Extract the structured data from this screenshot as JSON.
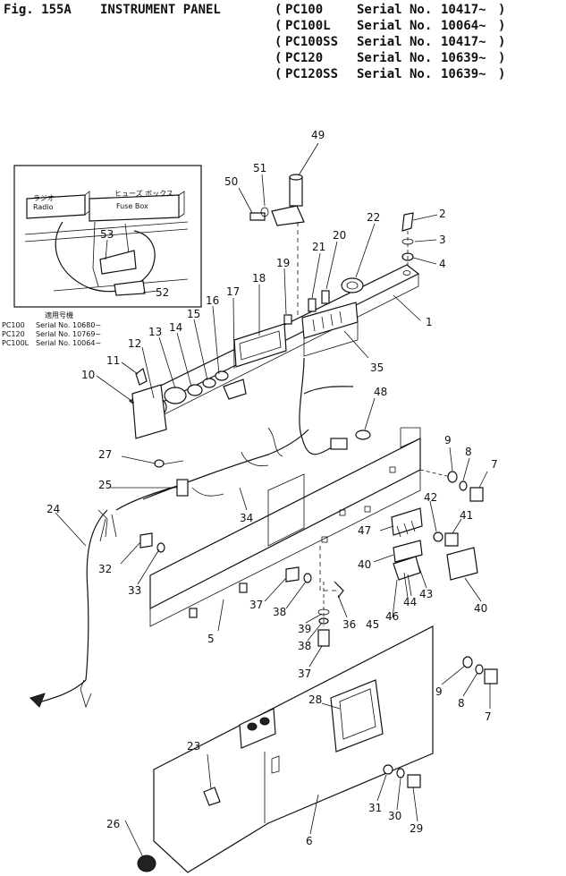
{
  "header": {
    "fig_number": "Fig. 155A",
    "fig_title": "INSTRUMENT PANEL",
    "models": [
      {
        "model": "PC100",
        "serial_label": "Serial No.",
        "serial": "10417~"
      },
      {
        "model": "PC100L",
        "serial_label": "Serial No.",
        "serial": "10064~"
      },
      {
        "model": "PC100SS",
        "serial_label": "Serial No.",
        "serial": "10417~"
      },
      {
        "model": "PC120",
        "serial_label": "Serial No.",
        "serial": "10639~"
      },
      {
        "model": "PC120SS",
        "serial_label": "Serial No.",
        "serial": "10639~"
      }
    ]
  },
  "inset": {
    "radio_jp": "ラジオ",
    "radio": "Radio",
    "fuse_jp": "ヒューズ ボックス",
    "fuse": "Fuse Box",
    "callouts": [
      "53",
      "52"
    ],
    "note_heading": "適用号機",
    "notes": [
      {
        "model": "PC100",
        "serial": "Serial No. 10680~"
      },
      {
        "model": "PC120",
        "serial": "Serial No. 10769~"
      },
      {
        "model": "PC100L",
        "serial": "Serial No. 10064~"
      }
    ]
  },
  "callouts": {
    "n49": "49",
    "n50": "50",
    "n51": "51",
    "n22": "22",
    "n2": "2",
    "n3": "3",
    "n4": "4",
    "n21": "21",
    "n20": "20",
    "n19": "19",
    "n18": "18",
    "n17": "17",
    "n16": "16",
    "n15": "15",
    "n14": "14",
    "n13": "13",
    "n12": "12",
    "n11": "11",
    "n10": "10",
    "n1": "1",
    "n35": "35",
    "n48": "48",
    "n9a": "9",
    "n8a": "8",
    "n7a": "7",
    "n27": "27",
    "n25": "25",
    "n34": "34",
    "n24": "24",
    "n42": "42",
    "n41": "41",
    "n47": "47",
    "n40a": "40",
    "n32": "32",
    "n33": "33",
    "n37a": "37",
    "n38a": "38",
    "n39": "39",
    "n36": "36",
    "n38b": "38",
    "n5": "5",
    "n37b": "37",
    "n45": "45",
    "n46": "46",
    "n44": "44",
    "n43": "43",
    "n40b": "40",
    "n28": "28",
    "n9b": "9",
    "n8b": "8",
    "n7b": "7",
    "n23": "23",
    "n31": "31",
    "n30": "30",
    "n29": "29",
    "n26": "26",
    "n6": "6"
  }
}
